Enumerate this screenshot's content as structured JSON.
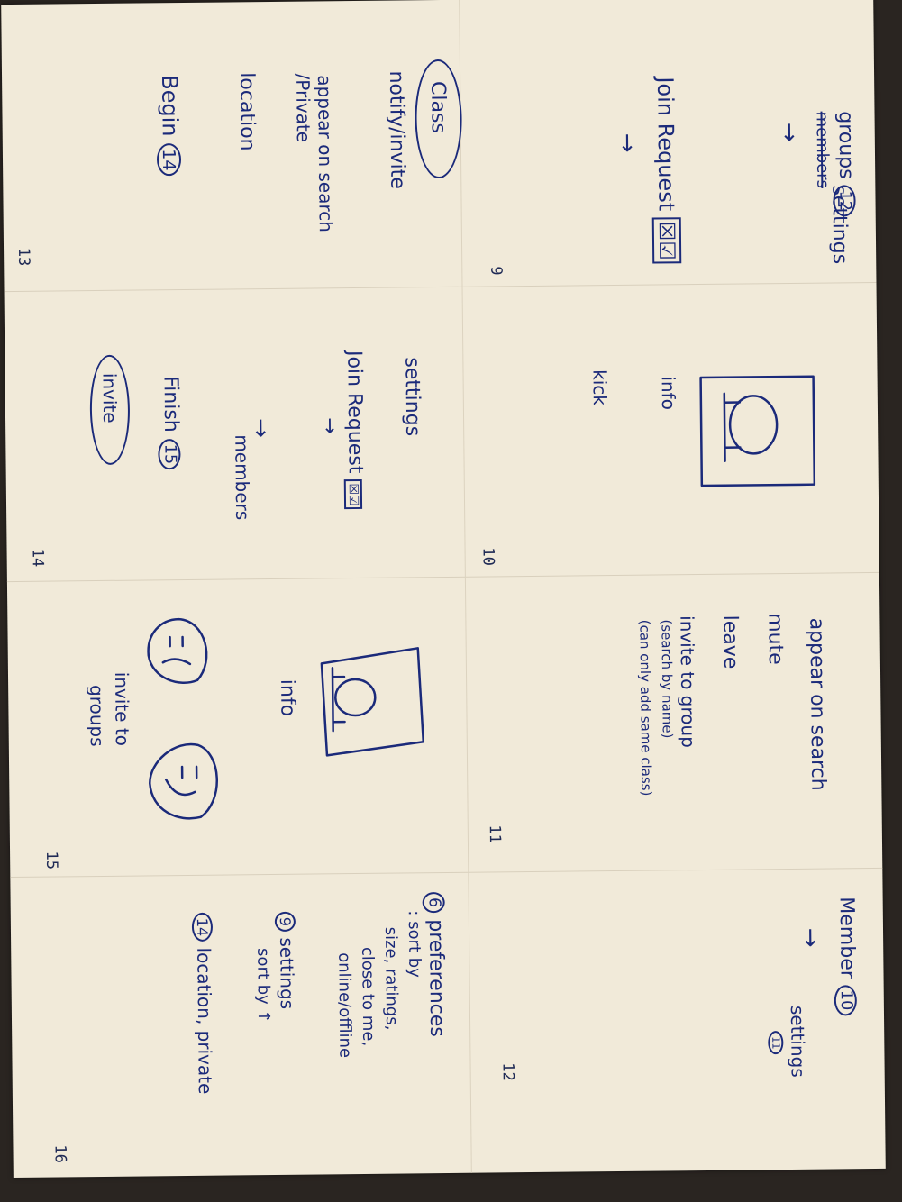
{
  "panel9": {
    "lines": [
      "groups",
      "settings",
      "members",
      "Join Request"
    ],
    "groups_num": "12",
    "number": "9"
  },
  "panel10": {
    "lines": [
      "settings",
      "Join Request",
      "members",
      "Finish",
      "invite",
      "info",
      "kick"
    ],
    "finish_num": "15",
    "number": "10"
  },
  "panel11": {
    "lines": [
      "appear on search",
      "mute",
      "leave",
      "invite to group",
      "(search by name)",
      "(can only add same class)",
      "info",
      "invite to",
      "groups"
    ],
    "number": "11"
  },
  "panel12": {
    "lines": [
      "Member",
      "settings",
      "preferences",
      ": sort by",
      "size, ratings,",
      "close to me,",
      "online/offline",
      "settings",
      "sort by",
      "location, private"
    ],
    "member_num": "10",
    "settings_num": "11",
    "pref_num": "6",
    "settings2_num": "9",
    "loc_num": "14",
    "number": "12"
  },
  "panel13": {
    "lines": [
      "Class",
      "notify/invite",
      "appear on search",
      "/Private",
      "location",
      "Begin"
    ],
    "begin_num": "14",
    "number": "13"
  },
  "panel14": {
    "number": "14"
  },
  "panel15": {
    "number": "15"
  },
  "panel16": {
    "number": "16"
  },
  "checkbox_glyphs": "☒☑"
}
